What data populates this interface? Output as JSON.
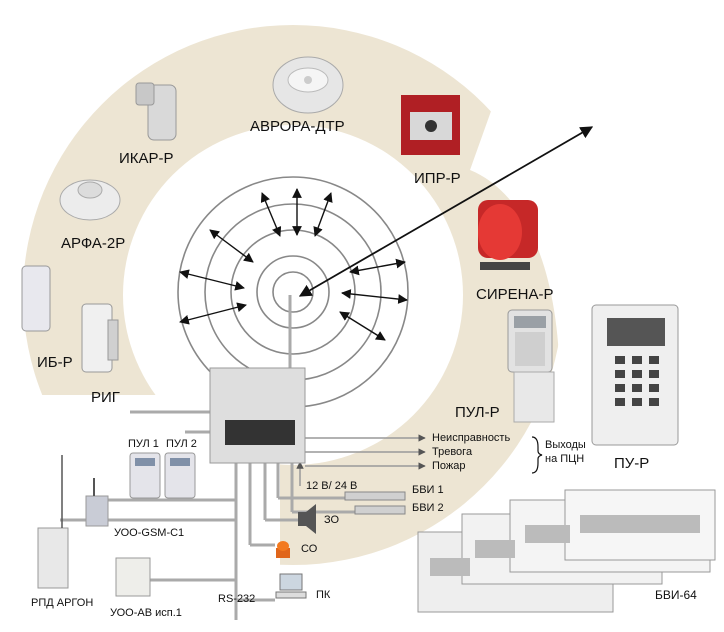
{
  "devices": {
    "ikar": "ИКАР-Р",
    "avrora": "АВРОРА-ДТР",
    "ipr": "ИПР-Р",
    "arfa": "АРФА-2Р",
    "sirena": "СИРЕНА-Р",
    "ib": "ИБ-Р",
    "rig": "РИГ",
    "pul_r": "ПУЛ-Р",
    "pu_r": "ПУ-Р",
    "bvi64": "БВИ-64"
  },
  "outputs": {
    "fault": "Неисправность",
    "alarm": "Тревога",
    "fire": "Пожар",
    "bracket_line1": "Выходы",
    "bracket_line2": "на ПЦН"
  },
  "wiring": {
    "pul1": "ПУЛ 1",
    "pul2": "ПУЛ 2",
    "power": "12 В/ 24 В",
    "bvi1": "БВИ 1",
    "bvi2": "БВИ 2",
    "zo": "ЗО",
    "co": "СО",
    "gsm": "УОО-GSM-С1",
    "rpd": "РПД  АРГОН",
    "uoo_av": "УОО-АВ исп.1",
    "rs232": "RS-232",
    "pk": "ПК"
  }
}
